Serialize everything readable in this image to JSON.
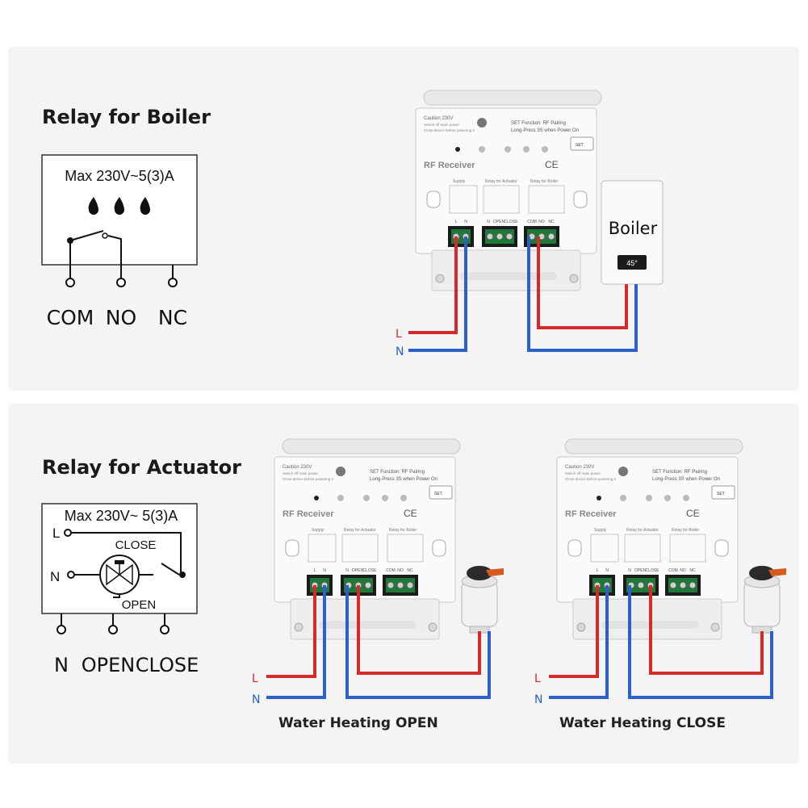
{
  "boiler_section": {
    "title": "Relay for Boiler",
    "spec": "Max 230V~5(3)A",
    "terminals": [
      "COM",
      "NO",
      "NC"
    ],
    "boiler_label": "Boiler",
    "boiler_display": "45°",
    "wire_L": "L",
    "wire_N": "N"
  },
  "actuator_section": {
    "title": "Relay for Actuator",
    "spec": "Max 230V~ 5(3)A",
    "line_L": "L",
    "line_N": "N",
    "close_label": "CLOSE",
    "open_label": "OPEN",
    "terminals": [
      "N",
      "OPEN",
      "CLOSE"
    ],
    "caption_open": "Water Heating OPEN",
    "caption_close": "Water Heating CLOSE",
    "wire_L": "L",
    "wire_N": "N"
  },
  "receiver": {
    "brand": "RF Receiver",
    "caution": "Caution 230V",
    "caution_sub1": "Switch off main power",
    "caution_sub2": "Close device before powering it",
    "set_function": "SET Function: RF Pairing",
    "long_press": "Long-Press 3S when Power On",
    "set_button": "SET",
    "ce_mark": "CE",
    "group_supply": "Supply",
    "group_actuator": "Relay for Actuator",
    "group_boiler": "Relay for Boiler",
    "terminal_labels": [
      "L",
      "N",
      "N",
      "OPEN",
      "CLOSE",
      "COM",
      "NO",
      "NC"
    ]
  },
  "colors": {
    "live": "#d42a2a",
    "neutral": "#2c5fc9",
    "terminal_block": "#1f7a3a",
    "panel": "#f4f4f4"
  }
}
